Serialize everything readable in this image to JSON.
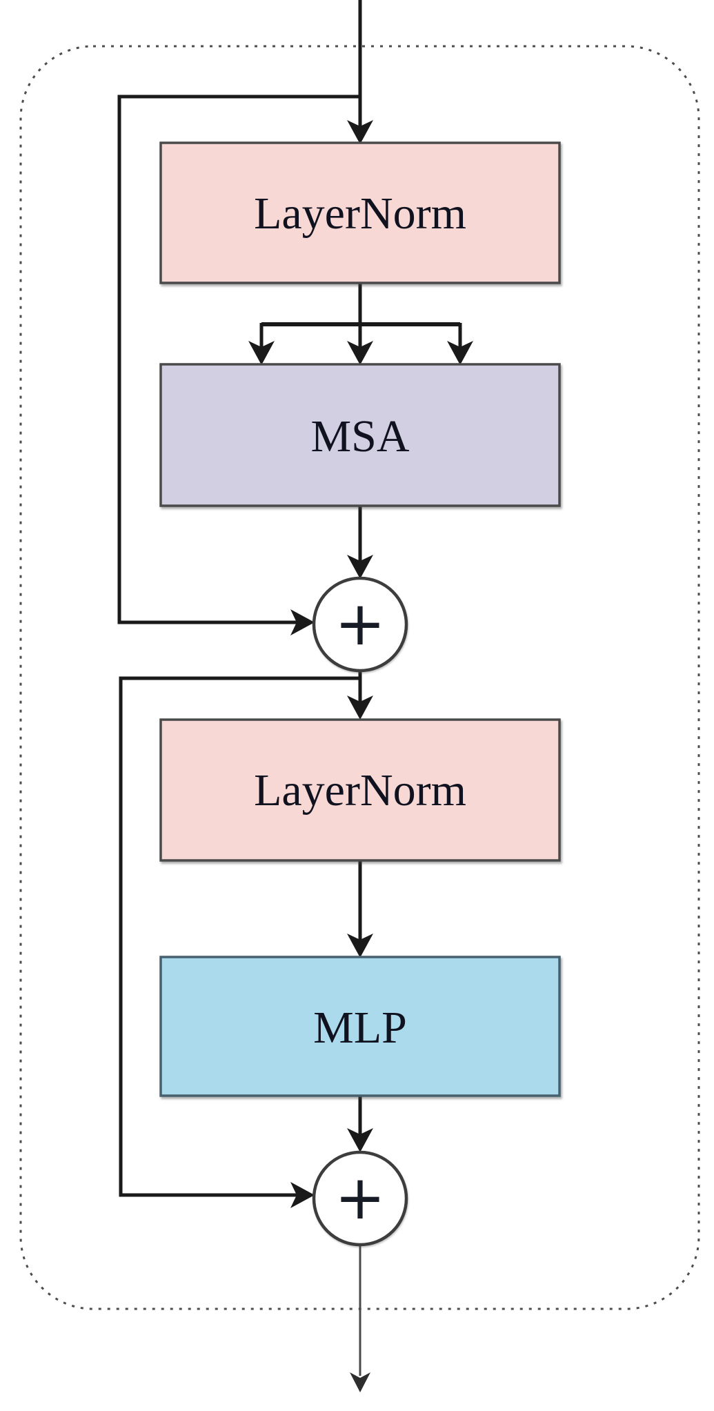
{
  "diagram": {
    "description": "Transformer encoder block flow diagram",
    "nodes": [
      {
        "id": "layernorm-1",
        "label": "LayerNorm",
        "fill": "#f8d8d4",
        "stroke": "#4a4a4a"
      },
      {
        "id": "msa",
        "label": "MSA",
        "fill": "#d3cfe2",
        "stroke": "#4a4a4a"
      },
      {
        "id": "add-1",
        "label": "+",
        "fill": "#ffffff",
        "stroke": "#3d3d3d"
      },
      {
        "id": "layernorm-2",
        "label": "LayerNorm",
        "fill": "#f8d8d4",
        "stroke": "#4a4a4a"
      },
      {
        "id": "mlp",
        "label": "MLP",
        "fill": "#abdaec",
        "stroke": "#46606e"
      },
      {
        "id": "add-2",
        "label": "+",
        "fill": "#ffffff",
        "stroke": "#3d3d3d"
      }
    ],
    "colors": {
      "line": "#1a1a1a",
      "text": "#10131f",
      "plus": "#161b26",
      "dashed_border": "#4d4d4d",
      "exit_line": "#4a4a4a",
      "exit_arrow": "#2e2e2e"
    }
  }
}
